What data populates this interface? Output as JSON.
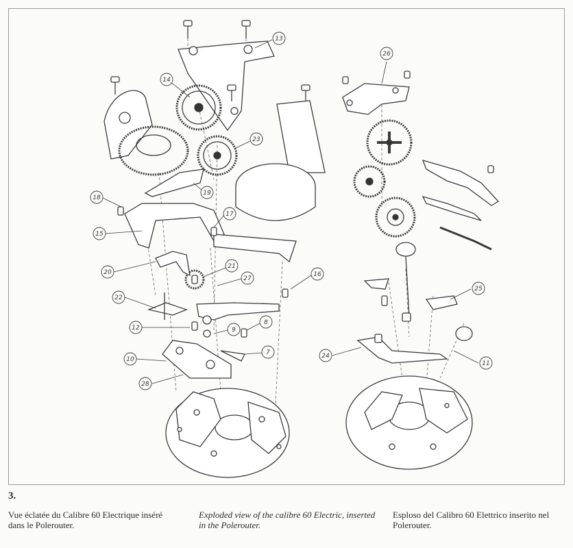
{
  "figure": {
    "number": "3.",
    "callouts": [
      "13",
      "14",
      "23",
      "19",
      "18",
      "17",
      "15",
      "20",
      "21",
      "27",
      "16",
      "22",
      "12",
      "9",
      "8",
      "7",
      "10",
      "28",
      "26",
      "25",
      "24",
      "11"
    ]
  },
  "captions": {
    "french": "Vue éclatée du Calibre 60 Electrique inséré dans le Polerouter.",
    "english": "Exploded view of the calibre 60 Electric, inserted in the Polerouter.",
    "italian": "Esploso del Calibro 60 Elettrico inserito nel Polerouter."
  }
}
